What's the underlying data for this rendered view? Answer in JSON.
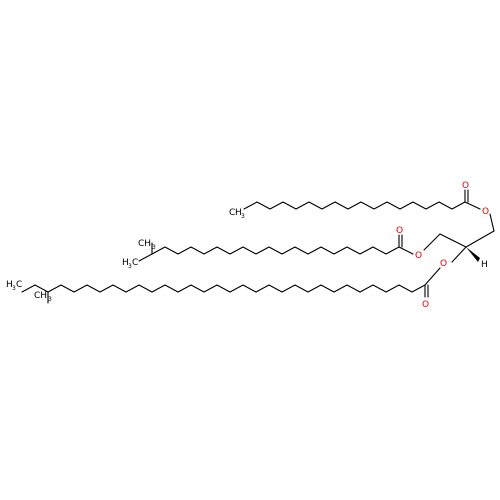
{
  "colors": {
    "carbon": "#000000",
    "oxygen": "#e00000",
    "background": "#ffffff"
  },
  "atoms": {
    "o_ring": "O",
    "o_carbonyl": "O",
    "h_stereo": "H",
    "methyl_main": "C",
    "methyl_sub": "H",
    "methyl_count": "3",
    "ch_label": "CH",
    "h3c_h": "H",
    "h3c_count": "3",
    "h3c_c": "C"
  },
  "chains": {
    "ester1": {
      "carbonyl_o": "O",
      "ester_o": "O",
      "terminal": [
        "C",
        "H",
        "3"
      ]
    },
    "ester2": {
      "carbonyl_o": "O",
      "ester_o": "O",
      "branch_ch": "CH",
      "branch_sub": "3",
      "terminal": [
        "H",
        "3",
        "C"
      ]
    },
    "ester3": {
      "carbonyl_o": "O",
      "ester_o": "O",
      "branch_ch": "CH",
      "branch_sub": "3",
      "terminal": [
        "H",
        "3",
        "C"
      ]
    }
  }
}
